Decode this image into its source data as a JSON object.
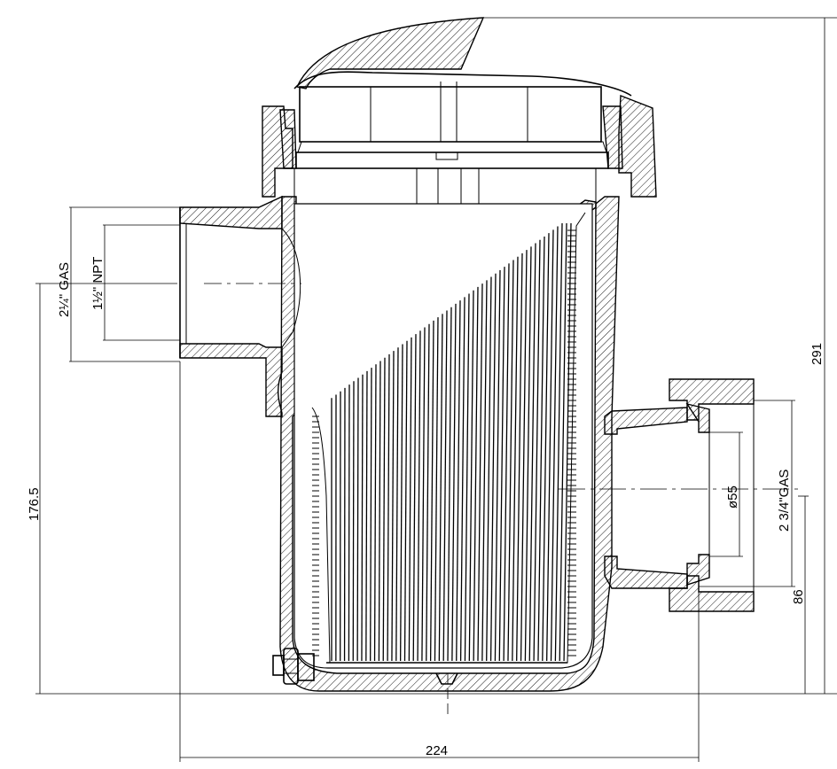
{
  "dimensions": {
    "overall_height": "291",
    "inlet_height": "176.5",
    "overall_width": "224",
    "outlet_height": "86",
    "inlet_gas": "2¼\" GAS",
    "inlet_npt": "1½\" NPT",
    "outlet_diameter": "ø55",
    "outlet_gas": "2 3/4\"GAS"
  },
  "colors": {
    "line": "#000000",
    "background": "#ffffff"
  }
}
